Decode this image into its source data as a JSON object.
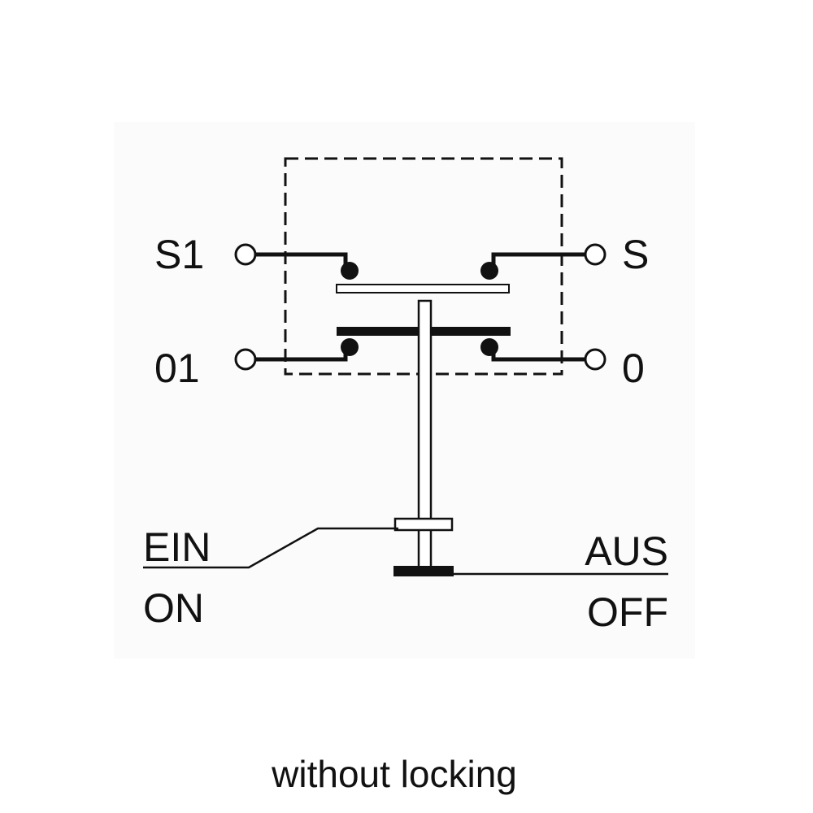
{
  "diagram": {
    "terminals": {
      "s1": "S1",
      "s": "S",
      "o1": "01",
      "o": "0"
    },
    "positions": {
      "on_de": "EIN",
      "on_en": "ON",
      "off_de": "AUS",
      "off_en": "OFF"
    },
    "caption": "without locking",
    "colors": {
      "line": "#111111",
      "background": "#ffffff"
    }
  }
}
